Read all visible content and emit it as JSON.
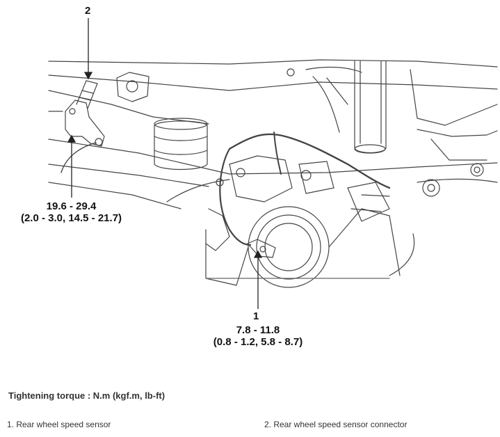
{
  "callouts": [
    {
      "number": "2",
      "torque_line1": "19.6 - 29.4",
      "torque_line2": "(2.0 - 3.0, 14.5 - 21.7)"
    },
    {
      "number": "1",
      "torque_line1": "7.8 - 11.8",
      "torque_line2": "(0.8 - 1.2, 5.8 - 8.7)"
    }
  ],
  "torque_note": "Tightening torque : N.m (kgf.m, lb-ft)",
  "legend": [
    "1. Rear wheel speed sensor",
    "2. Rear wheel speed sensor connector"
  ]
}
